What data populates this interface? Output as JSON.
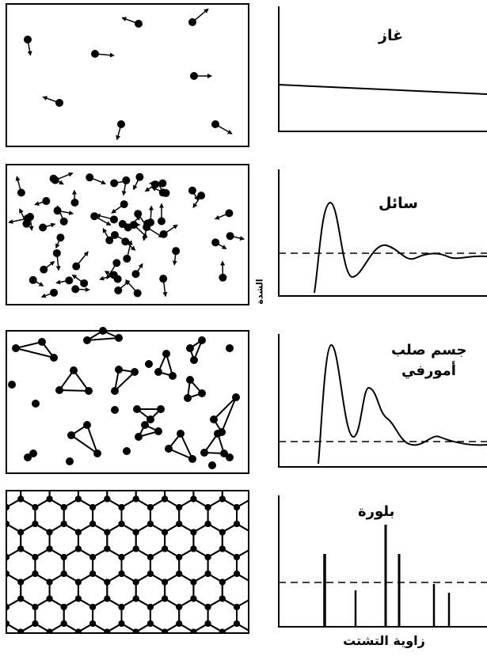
{
  "labels": {
    "gas": "غاز",
    "liquid": "سائل",
    "amorphous_line1": "جسم صلب",
    "amorphous_line2": "أمورفي",
    "crystal": "بلورة",
    "y_axis": "الشدة",
    "x_axis": "زاوية التشتت"
  },
  "colors": {
    "ink": "#000000",
    "paper": "#ffffff"
  }
}
